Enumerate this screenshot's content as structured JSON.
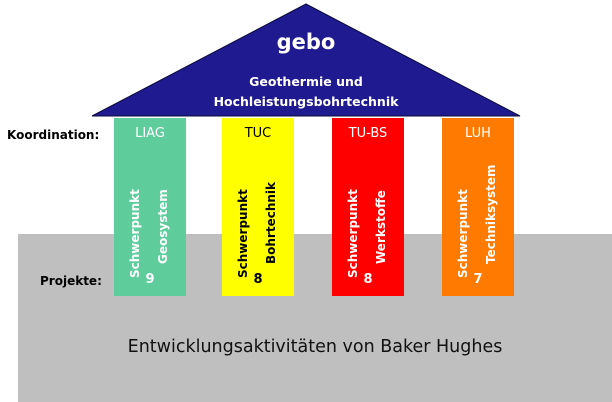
{
  "roof": {
    "title": "gebo",
    "subtitle_line1": "Geothermie und",
    "subtitle_line2": "Hochleistungsbohrtechnik",
    "color": "#1f1a8f"
  },
  "row_labels": {
    "coordination": "Koordination:",
    "projects": "Projekte:"
  },
  "pillars": [
    {
      "institution": "LIAG",
      "line1": "Schwerpunkt",
      "line2": "Geosystem",
      "projects": "9",
      "color": "#5fcc9c",
      "text_color": "#ffffff"
    },
    {
      "institution": "TUC",
      "line1": "Schwerpunkt",
      "line2": "Bohrtechnik",
      "projects": "8",
      "color": "#ffff00",
      "text_color": "#000000"
    },
    {
      "institution": "TU-BS",
      "line1": "Schwerpunkt",
      "line2": "Werkstoffe",
      "projects": "8",
      "color": "#ff0000",
      "text_color": "#ffffff"
    },
    {
      "institution": "LUH",
      "line1": "Schwerpunkt",
      "line2": "Techniksystem",
      "projects": "7",
      "color": "#ff7a00",
      "text_color": "#ffffff"
    }
  ],
  "base": {
    "text": "Entwicklungsaktivitäten von Baker Hughes",
    "color": "#bfbfbf"
  }
}
